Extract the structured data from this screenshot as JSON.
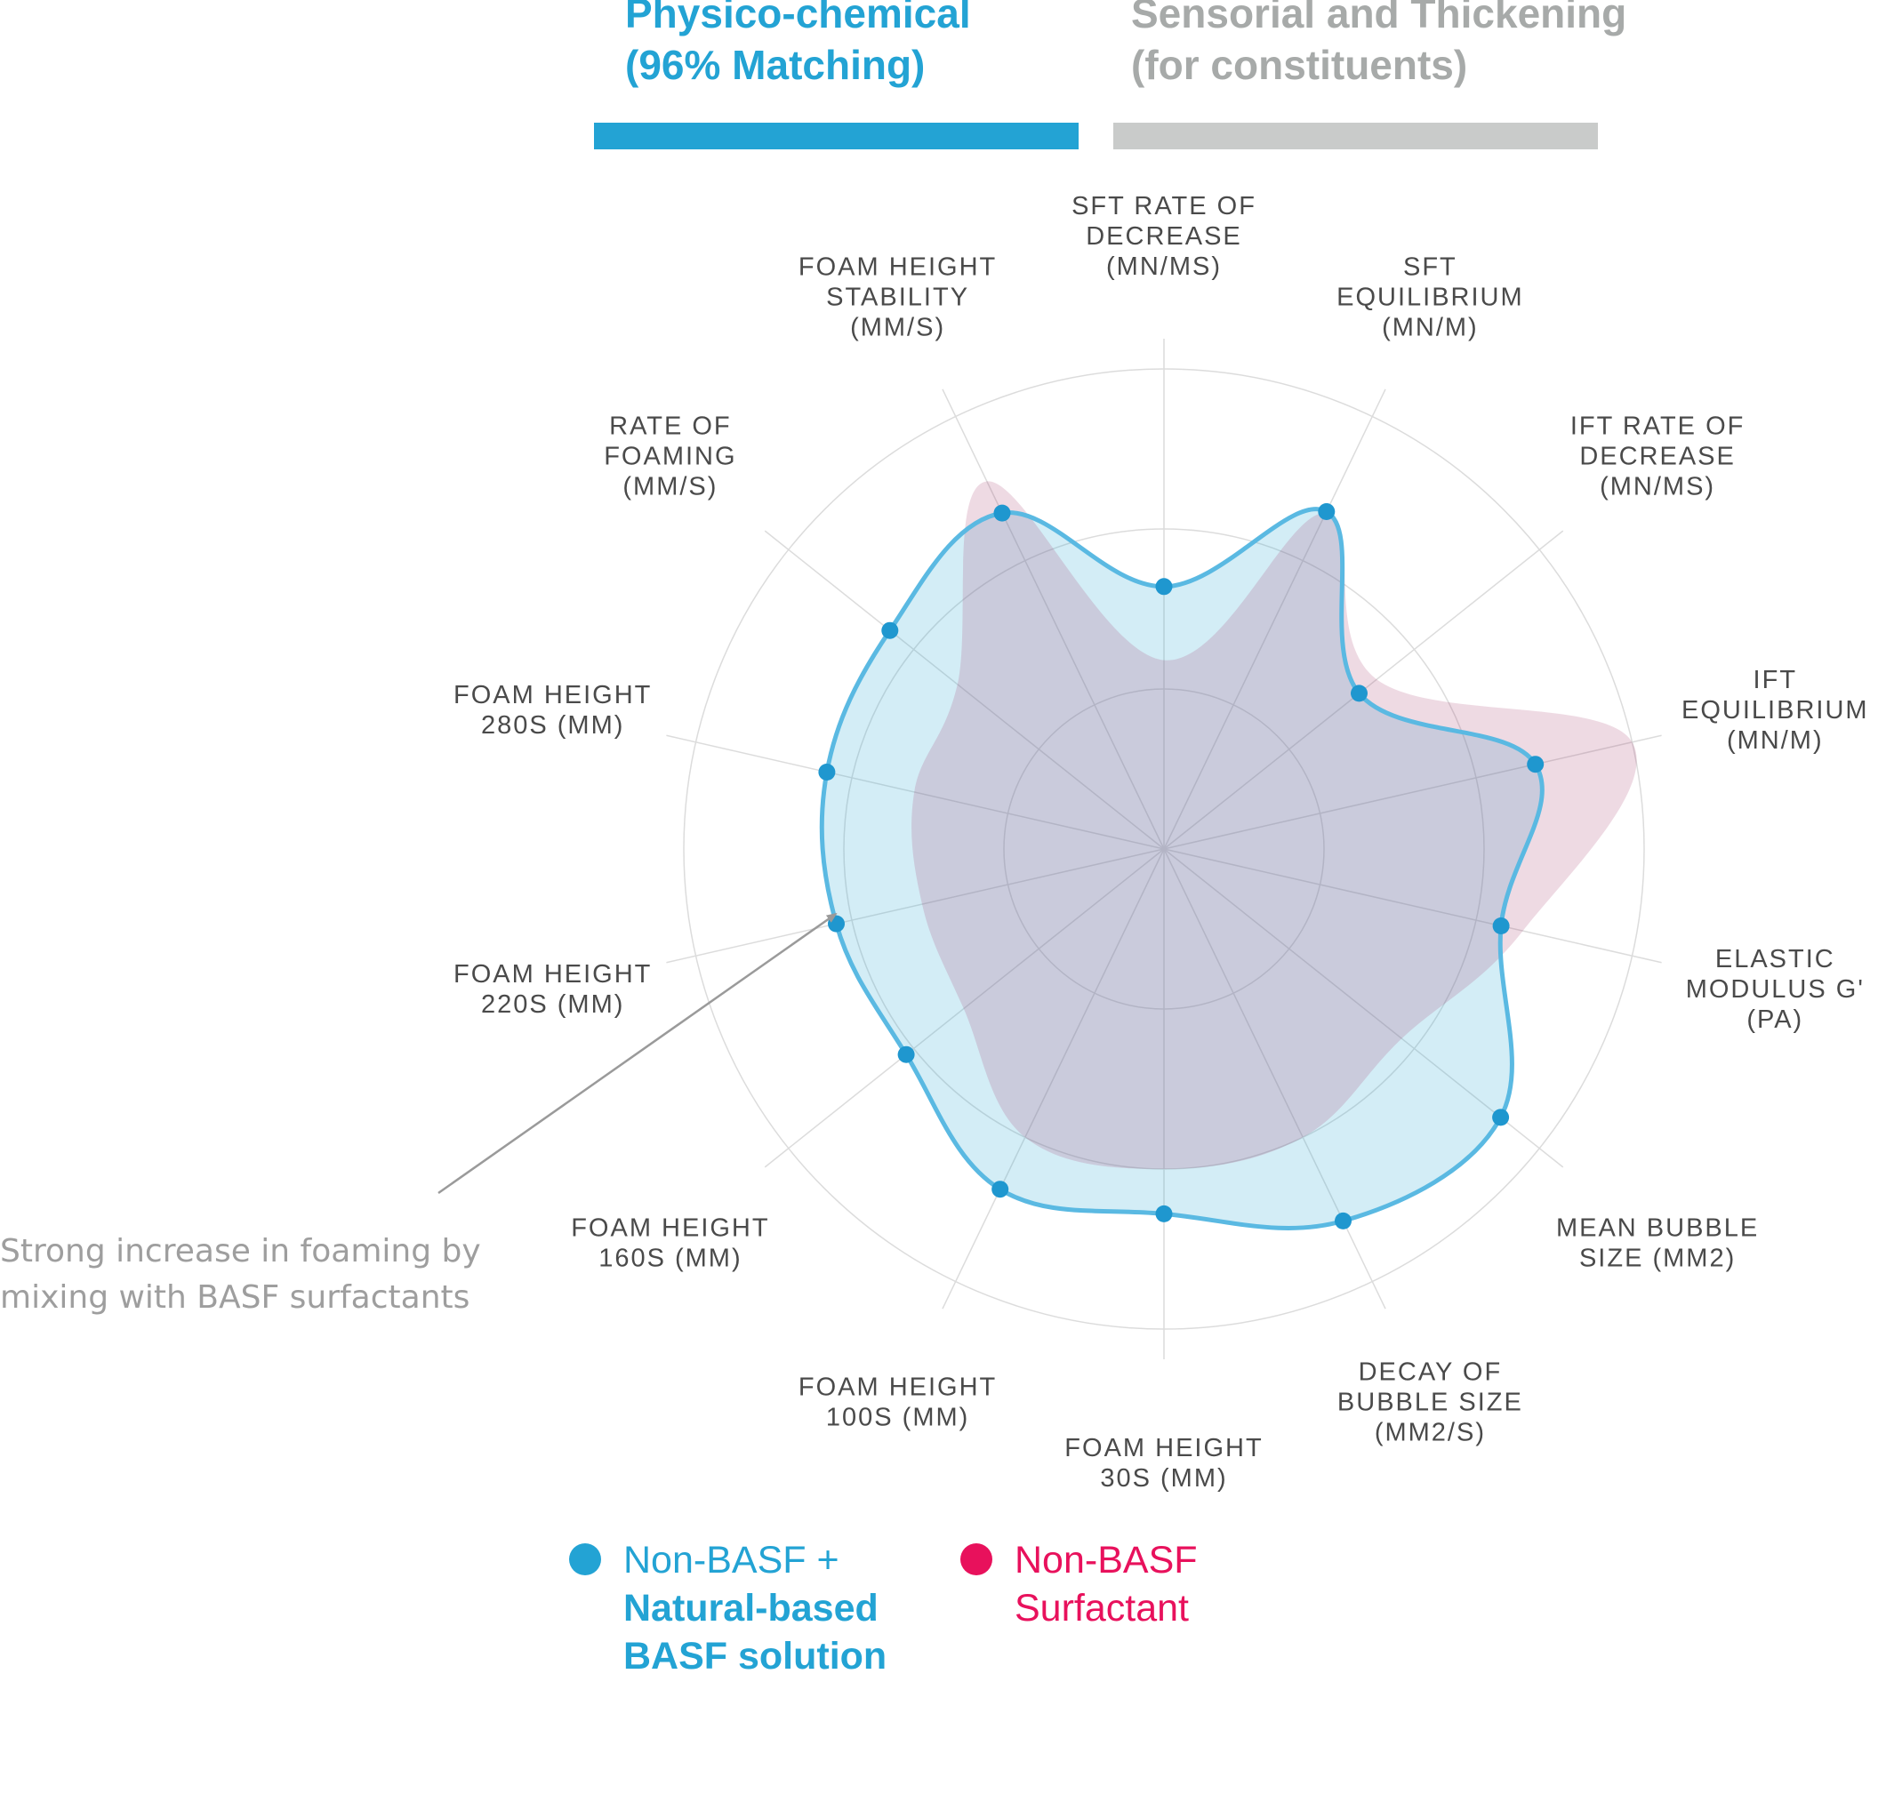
{
  "tabs": [
    {
      "lines": [
        "Physico-chemical",
        "(96% Matching)"
      ],
      "color": "#23a3d4",
      "active": true
    },
    {
      "lines": [
        "Sensorial and Thickening",
        "(for constituents)"
      ],
      "color": "#a7aaa9",
      "active": false
    }
  ],
  "annotation": {
    "lines": [
      "Strong increase in foaming by",
      "mixing with BASF surfactants"
    ],
    "points_to": "FOAM HEIGHT 220S (MM)"
  },
  "legend": [
    {
      "lines": [
        "Non-BASF +",
        "Natural-based",
        "BASF solution"
      ],
      "color": "#23a3d4"
    },
    {
      "lines": [
        "Non-BASF",
        "Surfactant"
      ],
      "color": "#e8115c"
    }
  ],
  "chart_data": {
    "type": "radar",
    "title": "",
    "axes": [
      {
        "label": [
          "SFT RATE OF",
          "DECREASE",
          "(MN/MS)"
        ]
      },
      {
        "label": [
          "SFT",
          "EQUILIBRIUM",
          "(MN/M)"
        ]
      },
      {
        "label": [
          "IFT RATE OF",
          "DECREASE",
          "(MN/MS)"
        ]
      },
      {
        "label": [
          "IFT",
          "EQUILIBRIUM",
          "(MN/M)"
        ]
      },
      {
        "label": [
          "ELASTIC",
          "MODULUS G'",
          "(PA)"
        ]
      },
      {
        "label": [
          "MEAN BUBBLE",
          "SIZE (MM2)"
        ]
      },
      {
        "label": [
          "DECAY OF",
          "BUBBLE SIZE",
          "(MM2/S)"
        ]
      },
      {
        "label": [
          "FOAM HEIGHT",
          "30S (MM)"
        ]
      },
      {
        "label": [
          "FOAM HEIGHT",
          "100S (MM)"
        ]
      },
      {
        "label": [
          "FOAM HEIGHT",
          "160S (MM)"
        ]
      },
      {
        "label": [
          "FOAM HEIGHT",
          "220S (MM)"
        ]
      },
      {
        "label": [
          "FOAM HEIGHT",
          "280S (MM)"
        ]
      },
      {
        "label": [
          "RATE OF",
          "FOAMING",
          "(MM/S)"
        ]
      },
      {
        "label": [
          "FOAM HEIGHT",
          "STABILITY",
          "(MM/S)"
        ]
      }
    ],
    "rings": 3,
    "range": [
      0,
      3
    ],
    "grid": true,
    "legend_position": "bottom",
    "series": [
      {
        "values": [
          1.64,
          2.34,
          1.56,
          2.38,
          2.16,
          2.69,
          2.58,
          2.28,
          2.36,
          2.06,
          2.1,
          2.16,
          2.19,
          2.33
        ],
        "color": "#23a3d4",
        "markers": true
      },
      {
        "values": [
          1.18,
          2.33,
          1.7,
          3.0,
          2.3,
          1.9,
          2.0,
          2.0,
          2.0,
          1.6,
          1.55,
          1.6,
          1.65,
          2.55
        ],
        "color": "#e8115c",
        "markers": false
      }
    ]
  }
}
